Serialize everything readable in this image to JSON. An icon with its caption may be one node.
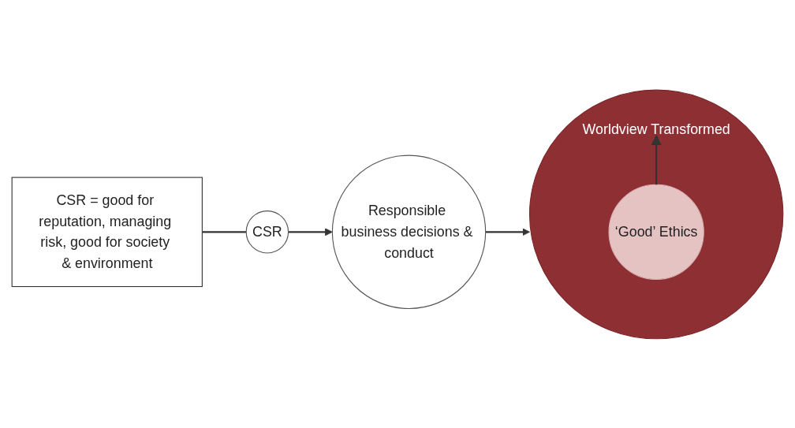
{
  "diagram": {
    "nodes": [
      {
        "text": [
          "CSR"
        ]
      },
      {
        "text": [
          "Responsible business decisions & conduct"
        ]
      },
      {
        "text": [
          "Worldview Transformed"
        ]
      },
      {
        "text": [
          "‘Good’ Ethics"
        ],
        "in": 2
      },
      {
        "text": [
          "CSR = good for reputation, managing risk, good for society & environment"
        ]
      }
    ],
    "edges": [
      {
        "from": 0,
        "to": 1,
        "arrow": "to"
      },
      {
        "from": 1,
        "to": 2,
        "arrow": "to"
      },
      {
        "from": 3,
        "to": 2,
        "arrow": "to"
      },
      {
        "from": 4,
        "to": 0,
        "arrow": "none"
      }
    ]
  }
}
